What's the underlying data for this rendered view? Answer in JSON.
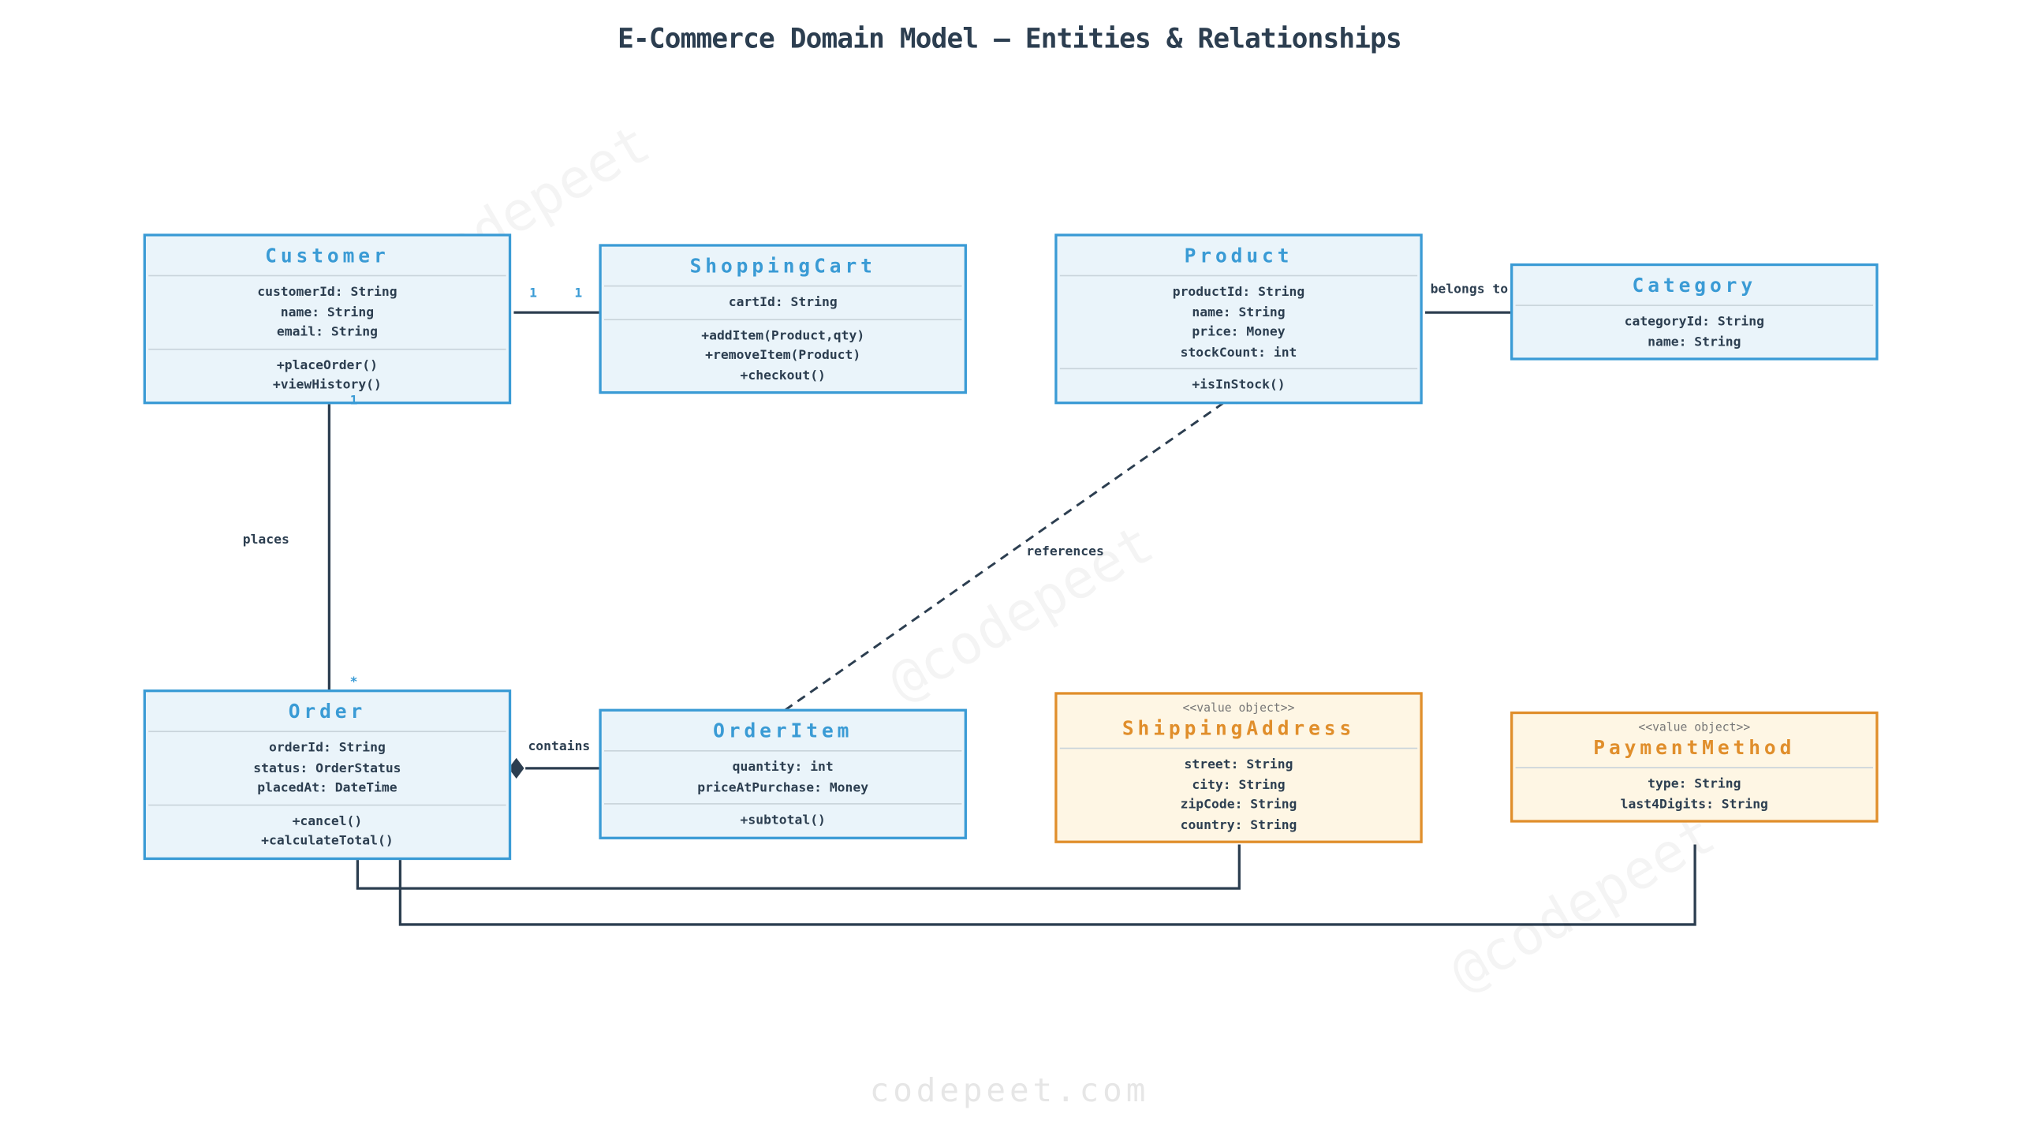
{
  "title": "E-Commerce Domain Model — Entities & Relationships",
  "watermark": "@codepeet",
  "footer": "codepeet.com",
  "colors": {
    "entity_border": "#3a9bd5",
    "entity_fill": "#eaf4fa",
    "value_object_border": "#e08e2b",
    "value_object_fill": "#fef6e4",
    "line": "#2c3e50"
  },
  "classes": {
    "customer": {
      "name": "Customer",
      "attributes": [
        "customerId: String",
        "name: String",
        "email: String"
      ],
      "methods": [
        "+placeOrder()",
        "+viewHistory()"
      ]
    },
    "shopping_cart": {
      "name": "ShoppingCart",
      "attributes": [
        "cartId: String"
      ],
      "methods": [
        "+addItem(Product,qty)",
        "+removeItem(Product)",
        "+checkout()"
      ]
    },
    "product": {
      "name": "Product",
      "attributes": [
        "productId: String",
        "name: String",
        "price: Money",
        "stockCount: int"
      ],
      "methods": [
        "+isInStock()"
      ]
    },
    "category": {
      "name": "Category",
      "attributes": [
        "categoryId: String",
        "name: String"
      ]
    },
    "order": {
      "name": "Order",
      "attributes": [
        "orderId: String",
        "status: OrderStatus",
        "placedAt: DateTime"
      ],
      "methods": [
        "+cancel()",
        "+calculateTotal()"
      ]
    },
    "order_item": {
      "name": "OrderItem",
      "attributes": [
        "quantity: int",
        "priceAtPurchase: Money"
      ],
      "methods": [
        "+subtotal()"
      ]
    },
    "shipping_address": {
      "stereotype": "<<value object>>",
      "name": "ShippingAddress",
      "attributes": [
        "street: String",
        "city: String",
        "zipCode: String",
        "country: String"
      ]
    },
    "payment_method": {
      "stereotype": "<<value object>>",
      "name": "PaymentMethod",
      "attributes": [
        "type: String",
        "last4Digits: String"
      ]
    }
  },
  "relationships": {
    "customer_cart": {
      "from_mult": "1",
      "to_mult": "1"
    },
    "customer_order": {
      "label": "places",
      "from_mult": "1",
      "to_mult": "*"
    },
    "product_category": {
      "label": "belongs to"
    },
    "order_item_product": {
      "label": "references"
    },
    "order_order_item": {
      "label": "contains"
    }
  }
}
